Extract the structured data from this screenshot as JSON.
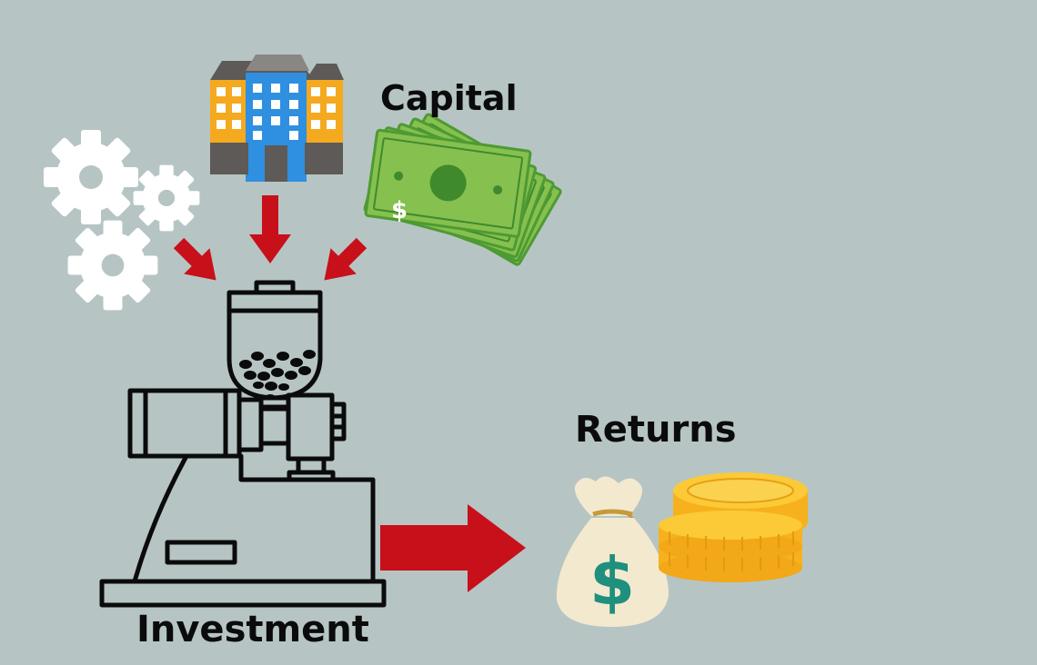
{
  "labels": {
    "capital": "Capital",
    "returns": "Returns",
    "investment": "Investment"
  },
  "icons": {
    "gears": "gear-icon",
    "building": "building-icon",
    "money": "banknotes-icon",
    "grinder": "grinder-machine-icon",
    "money_bag": "money-bag-icon",
    "coins": "coin-stack-icon",
    "currency_symbol": "$"
  },
  "colors": {
    "background": "#b6c5c4",
    "arrow": "#c8101a",
    "banknote": "#86c04f",
    "banknote_dark": "#3f8a2c",
    "building_orange": "#f5a91f",
    "building_blue": "#2f8fe0",
    "building_gray": "#5d5a58",
    "coin": "#f6b11d",
    "bag": "#f3e9cf",
    "dollar": "#1f8f7e"
  }
}
